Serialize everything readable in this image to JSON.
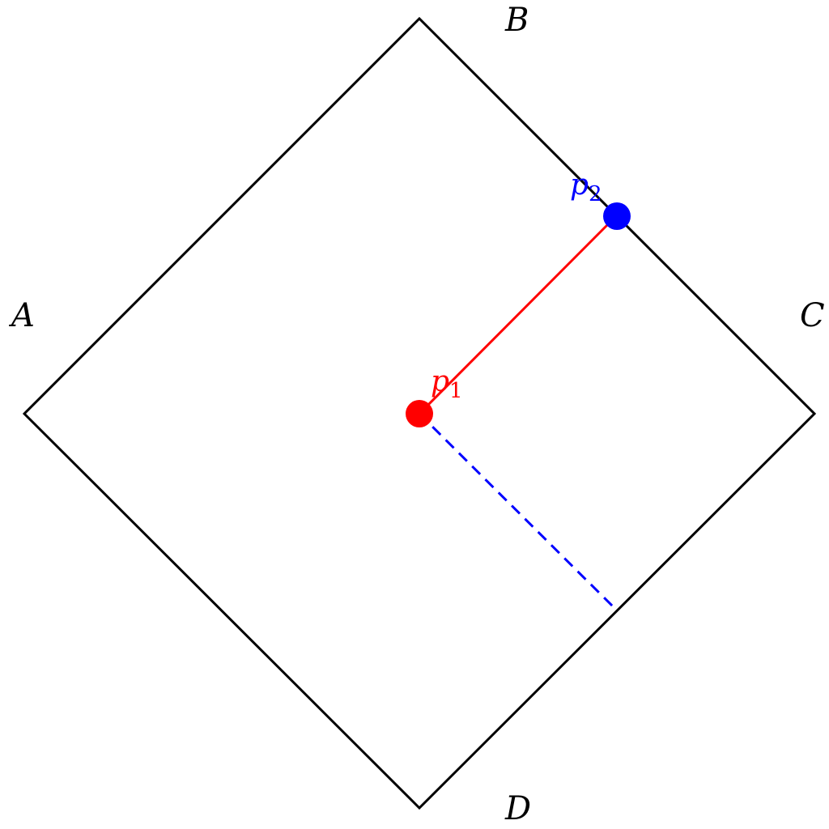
{
  "diagram": {
    "vertices": {
      "a": "A",
      "b": "B",
      "c": "C",
      "d": "D"
    },
    "points": {
      "p1": {
        "base": "p",
        "sub": "1",
        "color": "#ff0000"
      },
      "p2": {
        "base": "p",
        "sub": "2",
        "color": "#0000ff"
      }
    },
    "colors": {
      "square_stroke": "#000000",
      "arrow": "#ff0000",
      "dashed_line": "#0000ff"
    }
  }
}
